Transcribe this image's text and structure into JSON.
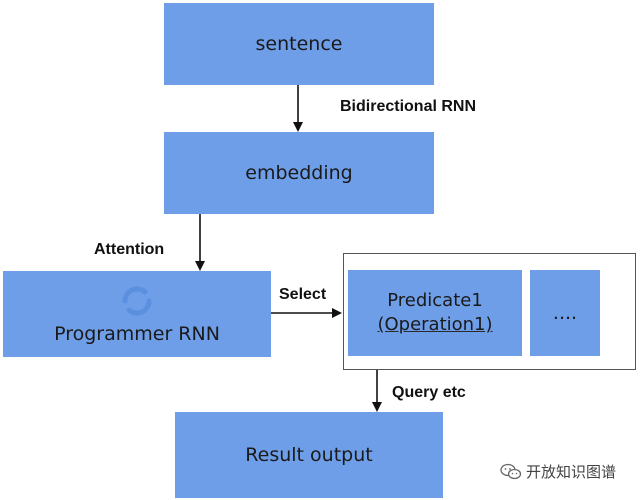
{
  "nodes": {
    "sentence": "sentence",
    "embedding": "embedding",
    "programmer": "Programmer RNN",
    "predicate_line1": "Predicate1",
    "predicate_line2": "(Operation1)",
    "ellipsis": "....",
    "result": "Result output"
  },
  "edges": {
    "bidirectional": "Bidirectional RNN",
    "attention": "Attention",
    "select": "Select",
    "query": "Query etc"
  },
  "watermark": {
    "text": "开放知识图谱",
    "icon": "wechat-icon"
  },
  "colors": {
    "box_fill": "#6f9ee8",
    "spinner": "#5b8fe0",
    "arrow": "#111111"
  }
}
